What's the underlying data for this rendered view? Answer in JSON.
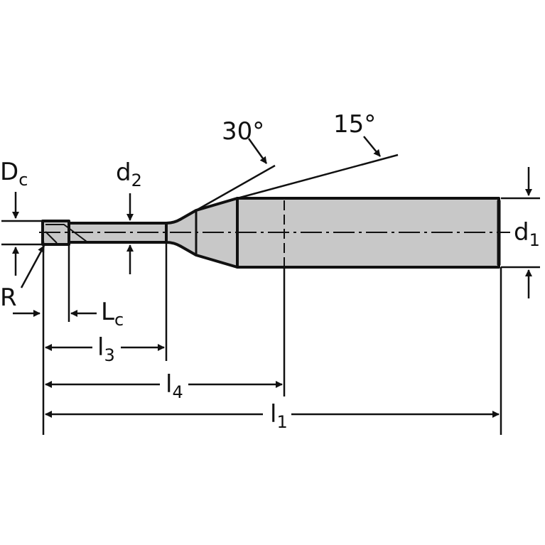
{
  "colors": {
    "line": "#111111",
    "body_fill": "#c8c8c8",
    "background": "#ffffff"
  },
  "labels": {
    "angle_30": "30°",
    "angle_15": "15°",
    "Dc": {
      "main": "D",
      "sub": "c"
    },
    "d2": {
      "main": "d",
      "sub": "2"
    },
    "d1": {
      "main": "d",
      "sub": "1"
    },
    "R": "R",
    "Lc": {
      "main": "L",
      "sub": "c"
    },
    "l3": {
      "main": "l",
      "sub": "3"
    },
    "l4": {
      "main": "l",
      "sub": "4"
    },
    "l1": {
      "main": "l",
      "sub": "1"
    }
  }
}
